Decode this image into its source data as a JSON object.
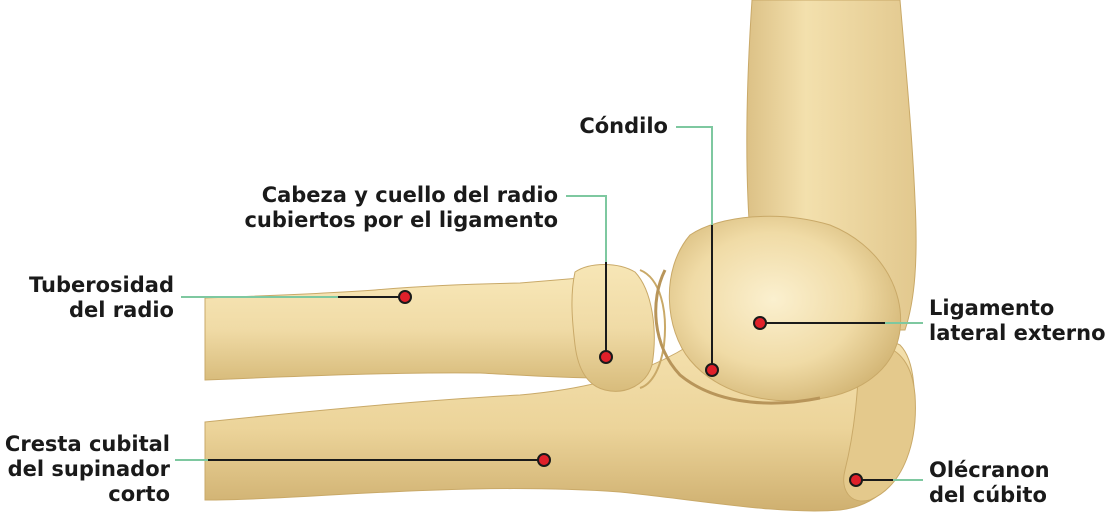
{
  "labels": {
    "condilo": [
      "Cóndilo"
    ],
    "cabeza": [
      "Cabeza y cuello del radio",
      "cubiertos por el ligamento"
    ],
    "tuberosidad": [
      "Tuberosidad",
      "del radio"
    ],
    "ligamento": [
      "Ligamento",
      "lateral externo"
    ],
    "cresta": [
      "Cresta cubital",
      "del supinador",
      "corto"
    ],
    "olecranon": [
      "Olécranon",
      "del cúbito"
    ]
  },
  "colors": {
    "bone_fill": "#f0dba6",
    "bone_shade": "#d9be7f",
    "bone_highlight": "#fbf0cf",
    "leader_black": "#1a1a1a",
    "leader_green": "#7ec8a0",
    "marker_fill": "#e0202a",
    "text": "#1a1a1a"
  }
}
